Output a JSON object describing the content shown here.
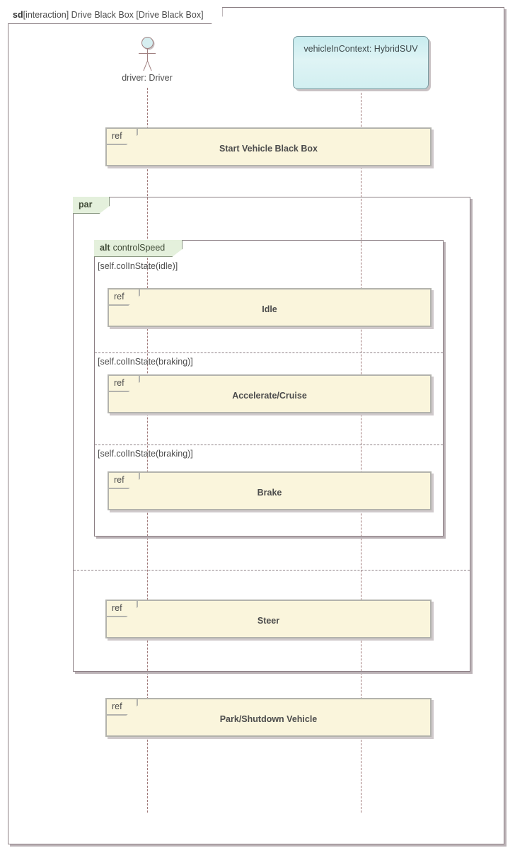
{
  "diagram": {
    "frame_label_kind": "sd",
    "frame_label_text": "[interaction] Drive Black Box [Drive Black Box]",
    "colors": {
      "frame_border": "#8c7f84",
      "ref_fill": "#faf5dc",
      "ref_border": "#b3b3ad",
      "fragment_tab_fill": "#e4f0dc",
      "object_fill": "#d2eff1",
      "object_border": "#7a9ba0",
      "lifeline": "#a07a7a",
      "actor_head_fill": "#d6eef0"
    }
  },
  "lifelines": [
    {
      "id": "driver",
      "label": "driver: Driver",
      "kind": "actor"
    },
    {
      "id": "vehicle",
      "label": "vehicleInContext: HybridSUV",
      "kind": "object"
    }
  ],
  "fragments": {
    "par": {
      "operator": "par",
      "name": ""
    },
    "alt": {
      "operator": "alt",
      "name": "controlSpeed"
    }
  },
  "guards": [
    "[self.colInState(idle)]",
    "[self.colInState(braking)]",
    "[self.colInState(braking)]"
  ],
  "refs": [
    {
      "id": "start",
      "tag": "ref",
      "title": "Start Vehicle Black Box"
    },
    {
      "id": "idle",
      "tag": "ref",
      "title": "Idle"
    },
    {
      "id": "accelerate",
      "tag": "ref",
      "title": "Accelerate/Cruise"
    },
    {
      "id": "brake",
      "tag": "ref",
      "title": "Brake"
    },
    {
      "id": "steer",
      "tag": "ref",
      "title": "Steer"
    },
    {
      "id": "park",
      "tag": "ref",
      "title": "Park/Shutdown Vehicle"
    }
  ]
}
